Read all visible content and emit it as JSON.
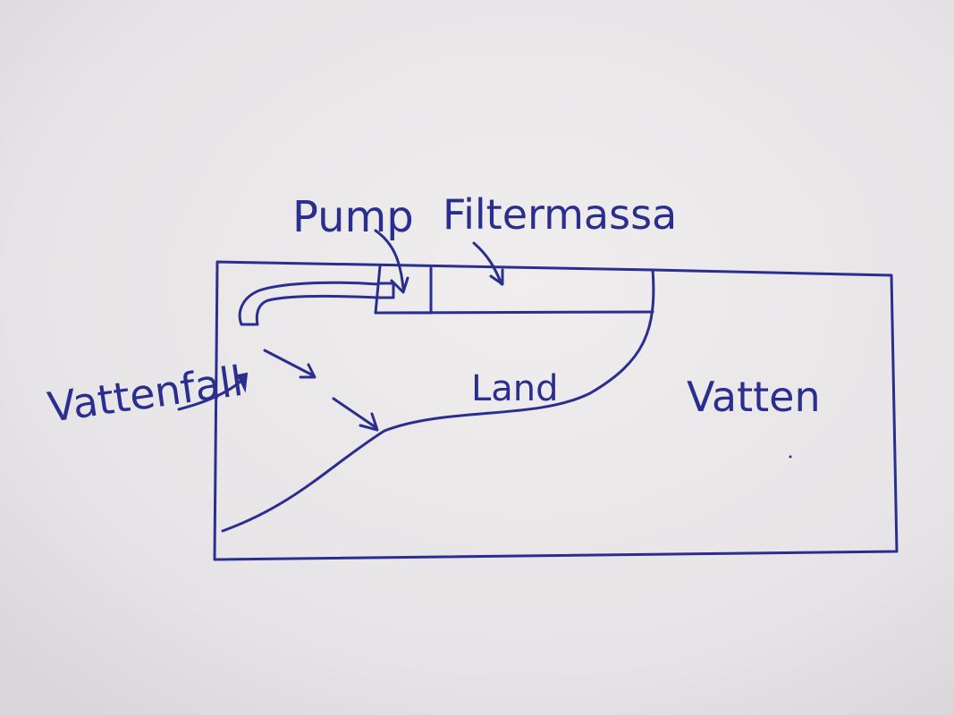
{
  "labels": {
    "pump": "Pump",
    "filtermassa": "Filtermassa",
    "vattenfall": "Vattenfall",
    "land": "Land",
    "vatten": "Vatten"
  },
  "colors": {
    "ink": "#2a2f8f",
    "paper": "#ebe9ea"
  }
}
